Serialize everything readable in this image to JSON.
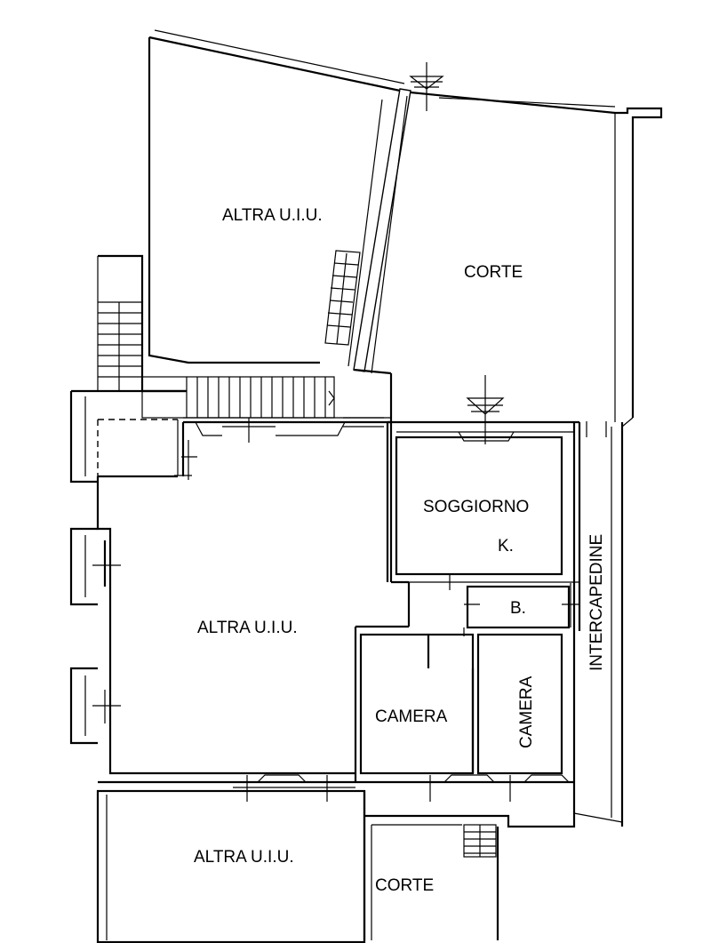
{
  "labels": {
    "altra_top": "ALTRA U.I.U.",
    "corte_top": "CORTE",
    "soggiorno": "SOGGIORNO",
    "kitchen": "K.",
    "bath": "B.",
    "intercapedine": "INTERCAPEDINE",
    "altra_mid": "ALTRA U.I.U.",
    "camera_left": "CAMERA",
    "camera_right": "CAMERA",
    "altra_bottom": "ALTRA U.I.U.",
    "corte_bottom": "CORTE"
  },
  "symbols": {
    "entrance_marker": "entrance-arrow-icon",
    "stairs": "stairs-icon"
  }
}
